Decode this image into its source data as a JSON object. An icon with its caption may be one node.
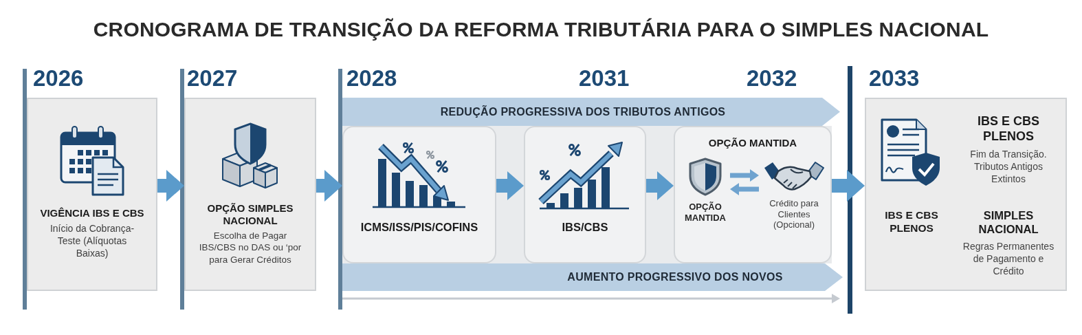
{
  "diagram": {
    "title": "CRONOGRAMA DE TRANSIÇÃO DA REFORMA TRIBUTÁRIA PARA O SIMPLES NACIONAL",
    "nodes": [
      {
        "text": [
          "VIGÊNCIA IBS E CBS",
          "Início da Cobrança-Teste (Alíquotas Baixas)"
        ],
        "beside": [
          "2026"
        ]
      },
      {
        "text": [
          "OPÇÃO SIMPLES NACIONAL",
          "Escolha de Pagar IBS/CBS no DAS ou ‘por para Gerar Créditos"
        ],
        "beside": [
          "2027"
        ]
      },
      {
        "text": [
          "REDUÇÃO PROGRESSIVA DOS TRIBUTOS ANTIGOS"
        ]
      },
      {
        "text": [
          "ICMS/ISS/PIS/COFINS"
        ]
      },
      {
        "text": [
          "IBS/CBS"
        ]
      },
      {
        "text": [
          "OPÇÃO MANTIDA"
        ]
      },
      {
        "text": [
          "OPÇÃO MANTIDA"
        ],
        "in": 5
      },
      {
        "text": [
          "Crédito para Clientes (Opcional)"
        ],
        "in": 5
      },
      {
        "text": [
          "AUMENTO PROGRESSIVO DOS NOVOS"
        ]
      },
      {
        "text": [
          "IBS E CBS PLENOS",
          "Fim da Transição. Tributos Antigos Extintos",
          "IBS E CBS PLENOS",
          "SIMPLES NACIONAL",
          "Regras Permanentes de Pagamento e Crédito"
        ],
        "beside": [
          "2033"
        ]
      }
    ],
    "edges": [
      {
        "from": 0,
        "to": 1,
        "arrow": "to"
      },
      {
        "from": 1,
        "to": 3,
        "arrow": "to"
      },
      {
        "from": 3,
        "to": 4,
        "arrow": "to"
      },
      {
        "from": 4,
        "to": 5,
        "arrow": "to"
      },
      {
        "from": 5,
        "to": 9,
        "arrow": "to"
      },
      {
        "from": 6,
        "to": 7,
        "arrow": "to"
      },
      {
        "from": 7,
        "to": 6,
        "arrow": "to"
      }
    ],
    "labels": [
      "2028",
      "2031",
      "2032"
    ]
  }
}
